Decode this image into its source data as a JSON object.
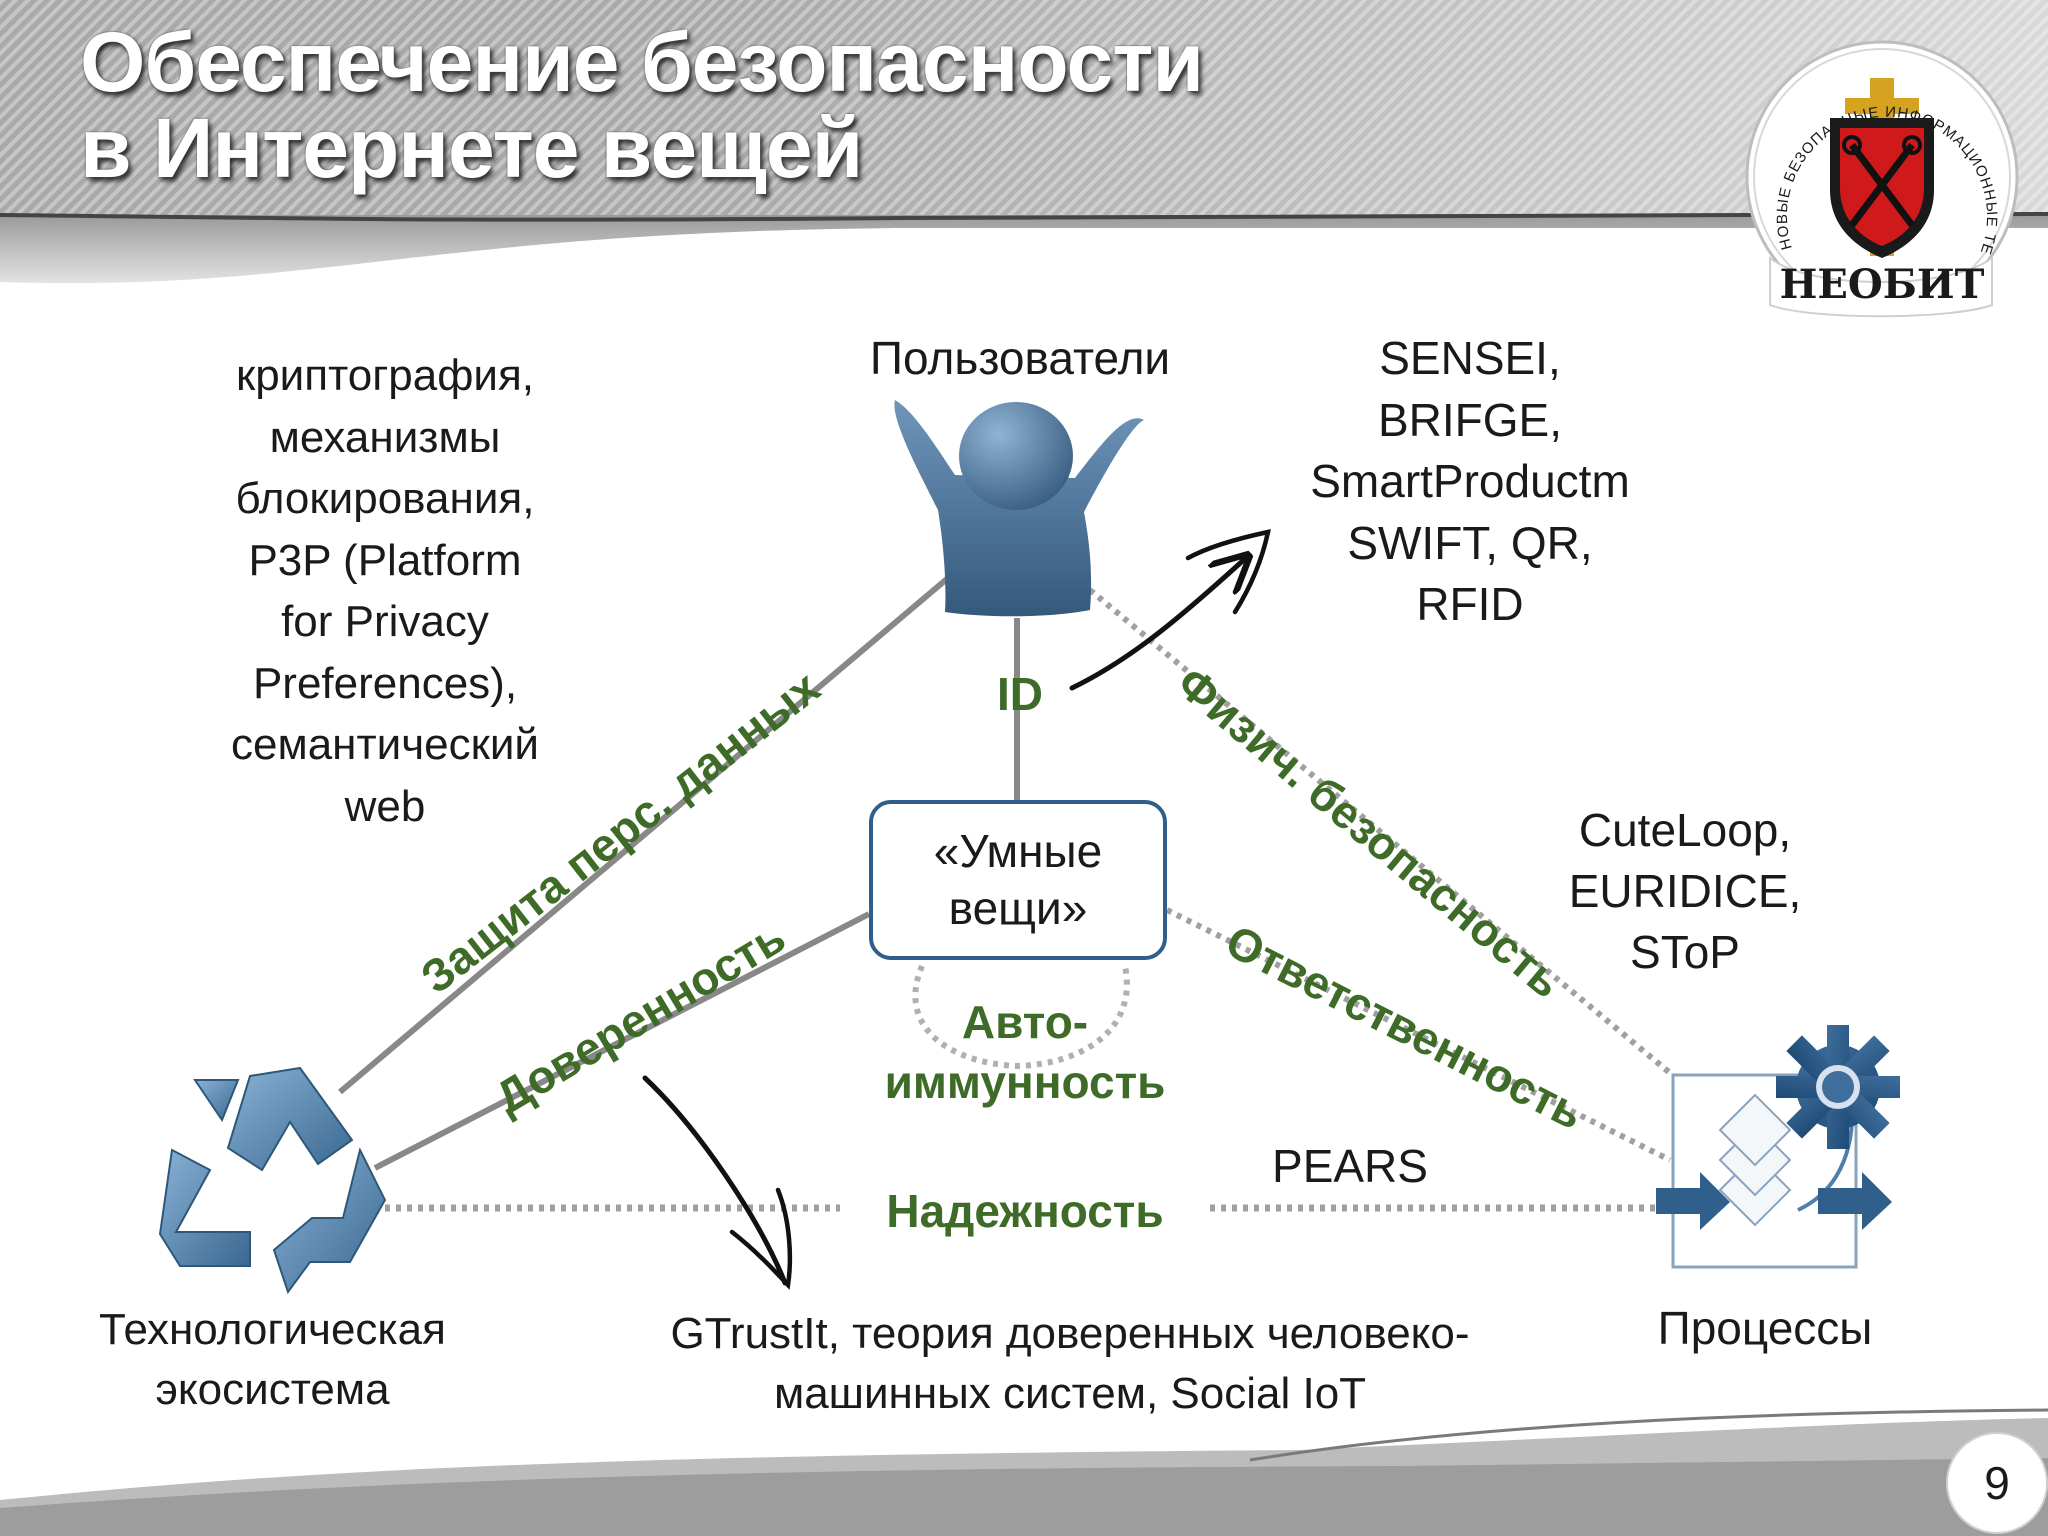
{
  "title": {
    "line1": "Обеспечение безопасности",
    "line2": "в Интернете вещей"
  },
  "logo": {
    "ring_text": "НОВЫЕ БЕЗОПАСНЫЕ ИНФОРМАЦИОННЫЕ ТЕХНОЛОГИИ",
    "brand": "НЕОБИТ"
  },
  "nodes": {
    "users": "Пользователи",
    "smart_things": [
      "«Умные",
      "вещи»"
    ],
    "eco": [
      "Технологическая",
      "экосистема"
    ],
    "processes": "Процессы"
  },
  "edges": {
    "id": "ID",
    "data_protection": "Защита перс. данных",
    "physical_security": "Физич. безопасность",
    "trust": "Доверенность",
    "responsibility": "Ответственность",
    "reliability": "Надежность",
    "auto_immunity": [
      "Авто-",
      "иммунность"
    ]
  },
  "lists": {
    "crypto": [
      "криптография,",
      "механизмы",
      "блокирования,",
      "P3P (Platform",
      "for Privacy",
      "Preferences),",
      "семантический",
      "web"
    ],
    "projects_top": [
      "SENSEI,",
      "BRIFGE,",
      "SmartProductm",
      "SWIFT, QR,",
      "RFID"
    ],
    "projects_right": [
      "CuteLoop,",
      "EURIDICE,",
      "SToP"
    ],
    "pears": "PEARS",
    "gtrust": [
      "GTrustIt, теория доверенных человеко-",
      "машинных систем, Social IoT"
    ]
  },
  "page_number": "9",
  "colors": {
    "green_label": "#3e6b27",
    "box_border": "#2f5f8a",
    "icon_blue": "#4f7eaa",
    "logo_red": "#d0191b",
    "logo_gold": "#d6a321"
  }
}
